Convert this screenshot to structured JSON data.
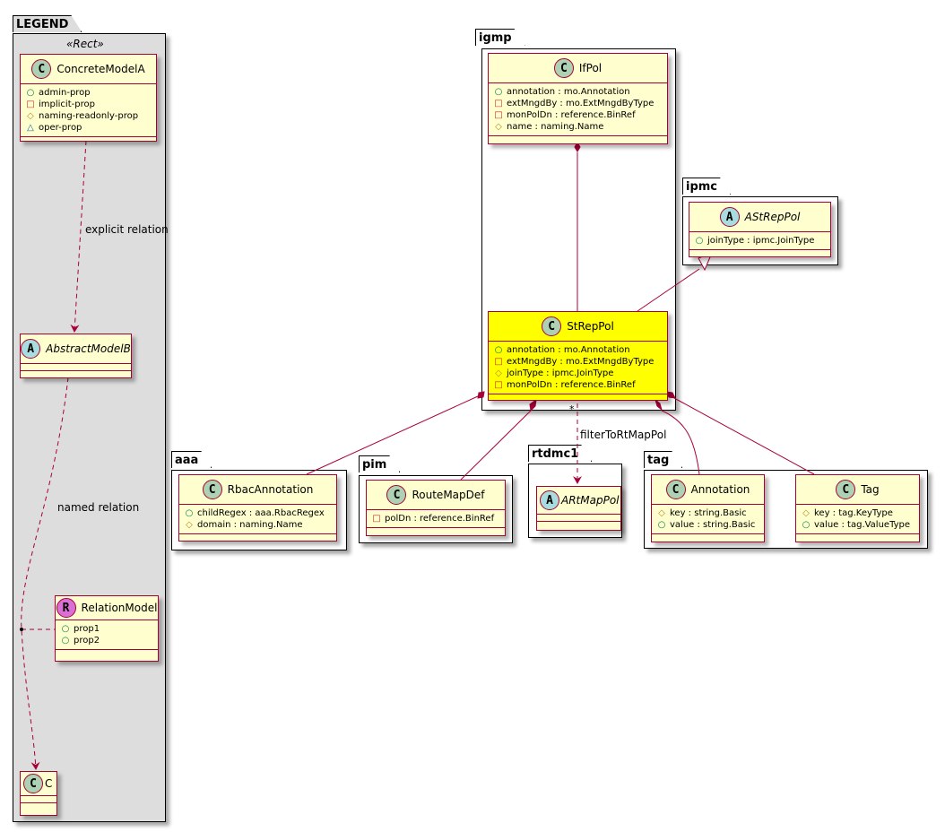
{
  "colors": {
    "class_fill": "#fefece",
    "class_border": "#a80036",
    "highlight": "#ffff00",
    "legend_bg": "#dddddd",
    "spot_class": "#add1b2",
    "spot_abstract": "#a9dcdf",
    "spot_relation": "#da70d6"
  },
  "visibility_icons": {
    "public": "circle-green",
    "private": "square-red",
    "protected": "diamond-orange",
    "package": "triangle-blue"
  },
  "packages": {
    "legend": {
      "name": "LEGEND",
      "stereotype": "«Rect»"
    },
    "igmp": {
      "name": "igmp"
    },
    "ipmc": {
      "name": "ipmc"
    },
    "aaa": {
      "name": "aaa"
    },
    "pim": {
      "name": "pim"
    },
    "rtdmc1": {
      "name": "rtdmc1"
    },
    "tag": {
      "name": "tag"
    }
  },
  "classes": {
    "ConcreteModelA": {
      "name": "ConcreteModelA",
      "spot": "C",
      "abstract": false,
      "attrs": [
        {
          "vis": "public",
          "text": "admin-prop"
        },
        {
          "vis": "private",
          "text": "implicit-prop"
        },
        {
          "vis": "protected",
          "text": "naming-readonly-prop"
        },
        {
          "vis": "package",
          "text": "oper-prop"
        }
      ]
    },
    "AbstractModelB": {
      "name": "AbstractModelB",
      "spot": "A",
      "abstract": true,
      "attrs": []
    },
    "RelationModel": {
      "name": "RelationModel",
      "spot": "R",
      "abstract": false,
      "attrs": [
        {
          "vis": "public",
          "text": "prop1"
        },
        {
          "vis": "public",
          "text": "prop2"
        }
      ]
    },
    "C": {
      "name": "C",
      "spot": "C",
      "abstract": false,
      "attrs": []
    },
    "IfPol": {
      "name": "IfPol",
      "spot": "C",
      "abstract": false,
      "attrs": [
        {
          "vis": "public",
          "text": "annotation : mo.Annotation"
        },
        {
          "vis": "private",
          "text": "extMngdBy : mo.ExtMngdByType"
        },
        {
          "vis": "private",
          "text": "monPolDn : reference.BinRef"
        },
        {
          "vis": "protected",
          "text": "name : naming.Name"
        }
      ]
    },
    "StRepPol": {
      "name": "StRepPol",
      "spot": "C",
      "abstract": false,
      "highlight": true,
      "attrs": [
        {
          "vis": "public",
          "text": "annotation : mo.Annotation"
        },
        {
          "vis": "private",
          "text": "extMngdBy : mo.ExtMngdByType"
        },
        {
          "vis": "protected",
          "text": "joinType : ipmc.JoinType"
        },
        {
          "vis": "private",
          "text": "monPolDn : reference.BinRef"
        }
      ]
    },
    "AStRepPol": {
      "name": "AStRepPol",
      "spot": "A",
      "abstract": true,
      "attrs": [
        {
          "vis": "public",
          "text": "joinType : ipmc.JoinType"
        }
      ]
    },
    "RbacAnnotation": {
      "name": "RbacAnnotation",
      "spot": "C",
      "abstract": false,
      "attrs": [
        {
          "vis": "public",
          "text": "childRegex : aaa.RbacRegex"
        },
        {
          "vis": "protected",
          "text": "domain : naming.Name"
        }
      ]
    },
    "RouteMapDef": {
      "name": "RouteMapDef",
      "spot": "C",
      "abstract": false,
      "attrs": [
        {
          "vis": "private",
          "text": "polDn : reference.BinRef"
        }
      ]
    },
    "ARtMapPol": {
      "name": "ARtMapPol",
      "spot": "A",
      "abstract": true,
      "attrs": []
    },
    "Annotation": {
      "name": "Annotation",
      "spot": "C",
      "abstract": false,
      "attrs": [
        {
          "vis": "protected",
          "text": "key : string.Basic"
        },
        {
          "vis": "public",
          "text": "value : string.Basic"
        }
      ]
    },
    "Tag": {
      "name": "Tag",
      "spot": "C",
      "abstract": false,
      "attrs": [
        {
          "vis": "protected",
          "text": "key : tag.KeyType"
        },
        {
          "vis": "public",
          "text": "value : tag.ValueType"
        }
      ]
    }
  },
  "relations": {
    "explicit": "explicit relation",
    "named": "named relation",
    "filter": "filterToRtMapPol",
    "filter_multiplicity": "*"
  }
}
